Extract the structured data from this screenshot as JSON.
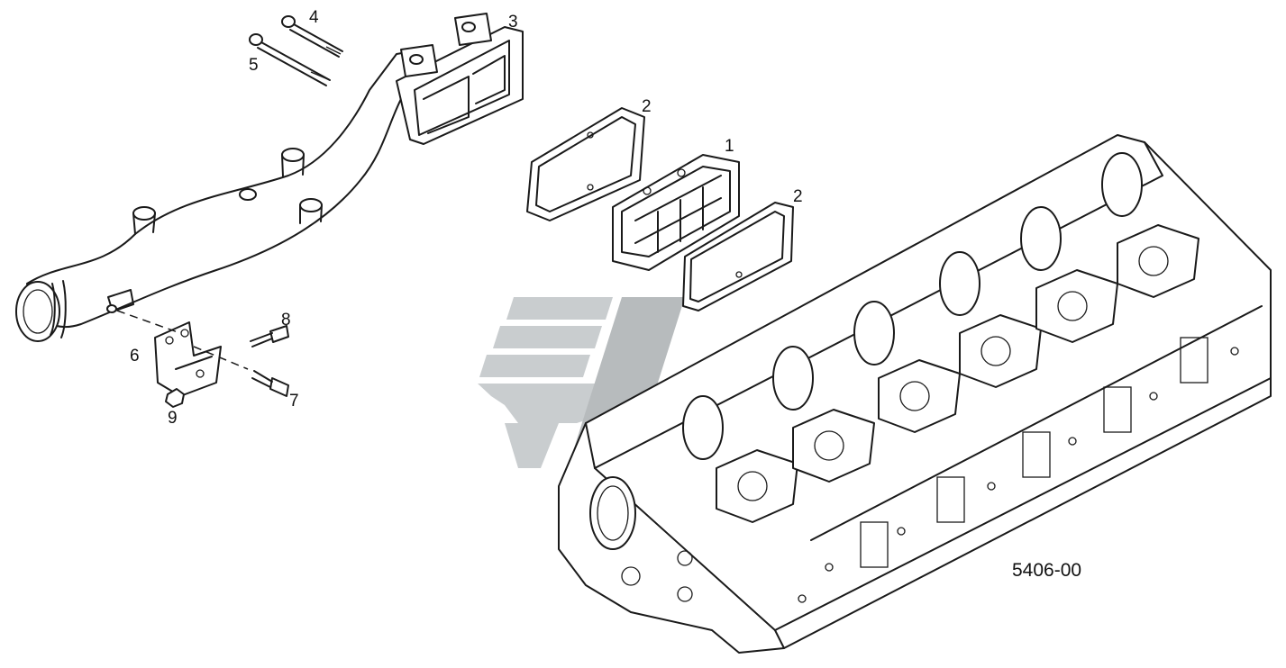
{
  "diagram": {
    "drawing_code": "5406-00",
    "callouts": [
      {
        "id": "1",
        "label": "1"
      },
      {
        "id": "2a",
        "label": "2"
      },
      {
        "id": "2b",
        "label": "2"
      },
      {
        "id": "3",
        "label": "3"
      },
      {
        "id": "4",
        "label": "4"
      },
      {
        "id": "5",
        "label": "5"
      },
      {
        "id": "6",
        "label": "6"
      },
      {
        "id": "7",
        "label": "7"
      },
      {
        "id": "8",
        "label": "8"
      },
      {
        "id": "9",
        "label": "9"
      }
    ],
    "colors": {
      "line": "#1a1a1a",
      "watermark": "#c9cdcf",
      "background": "#ffffff"
    }
  }
}
